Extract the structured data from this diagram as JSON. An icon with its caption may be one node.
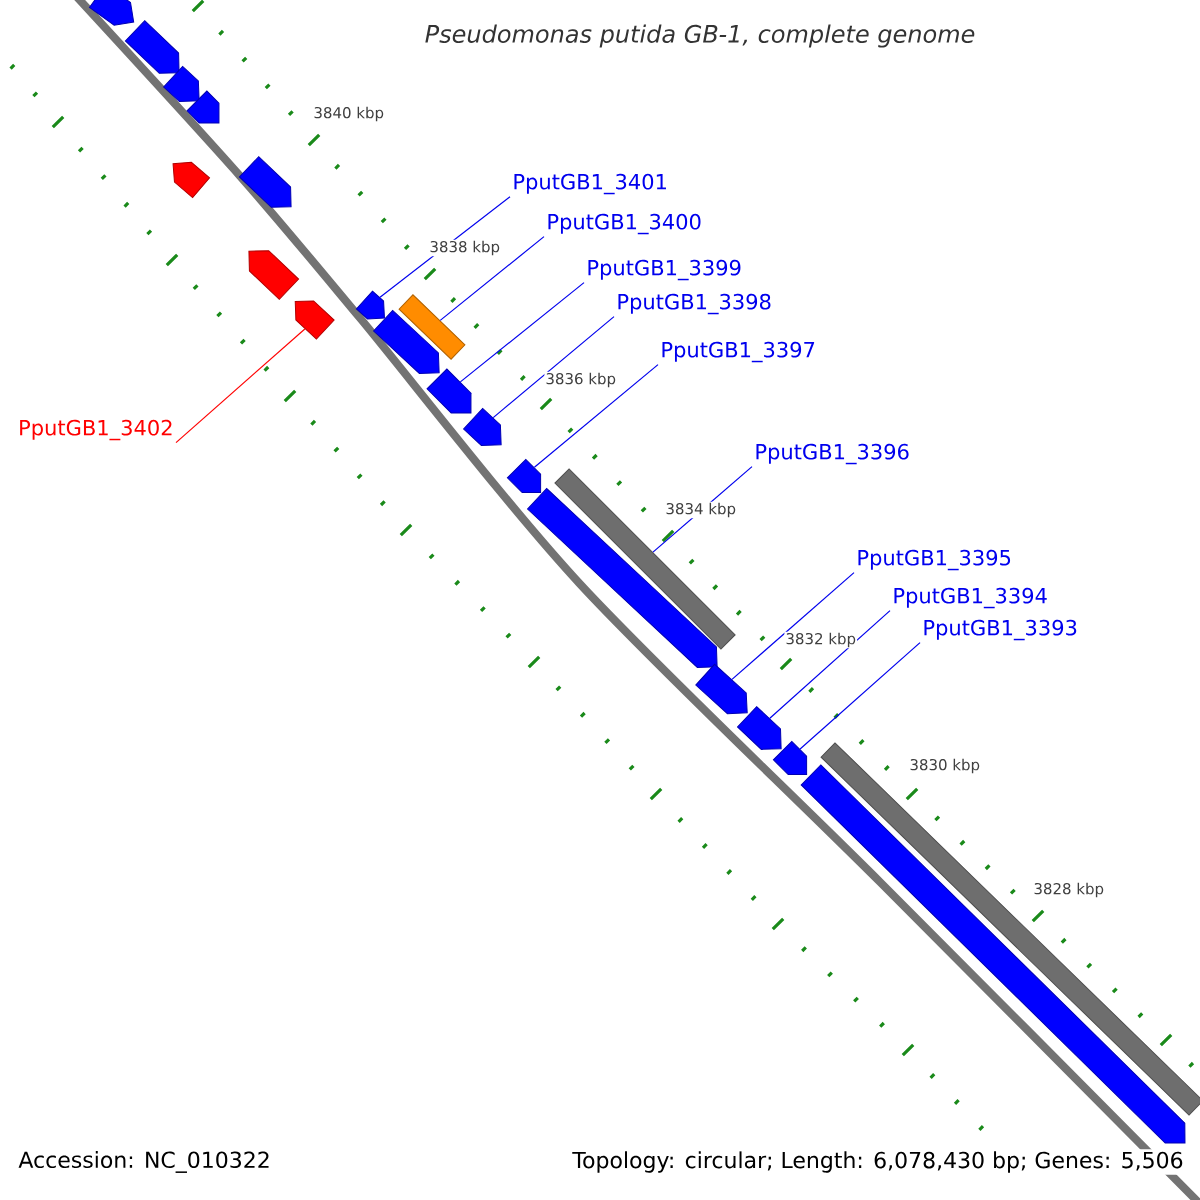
{
  "diagram": {
    "title": "Pseudomonas putida GB-1, complete genome",
    "nodes": [
      {
        "text": [
          "PputGB1_3401"
        ]
      },
      {
        "text": [
          "PputGB1_3400"
        ]
      },
      {
        "text": [
          "PputGB1_3399"
        ]
      },
      {
        "text": [
          "PputGB1_3398"
        ]
      },
      {
        "text": [
          "PputGB1_3397"
        ]
      },
      {
        "text": [
          "PputGB1_3402"
        ]
      },
      {
        "text": [
          "PputGB1_3396"
        ]
      },
      {
        "text": [
          "PputGB1_3395"
        ]
      },
      {
        "text": [
          "PputGB1_3394"
        ]
      },
      {
        "text": [
          "PputGB1_3393"
        ]
      },
      {
        "text": [],
        "shape": "box"
      },
      {
        "text": [],
        "shape": "box"
      },
      {
        "text": [],
        "shape": "box"
      },
      {
        "text": [],
        "shape": "box"
      },
      {
        "text": [],
        "shape": "box"
      },
      {
        "text": [],
        "shape": "box"
      },
      {
        "text": [],
        "shape": "box"
      },
      {
        "text": [],
        "shape": "box"
      },
      {
        "text": [],
        "shape": "box"
      },
      {
        "text": [],
        "shape": "box"
      },
      {
        "text": [],
        "shape": "bar"
      },
      {
        "text": [],
        "shape": "box"
      },
      {
        "text": [],
        "shape": "box"
      },
      {
        "text": [],
        "shape": "box"
      },
      {
        "text": [],
        "shape": "bar"
      },
      {
        "text": [],
        "shape": "box"
      },
      {
        "text": [],
        "shape": "box"
      },
      {
        "text": [],
        "shape": "box"
      },
      {
        "text": [],
        "shape": "box"
      },
      {
        "text": [],
        "shape": "bar"
      },
      {
        "text": [],
        "shape": "box"
      }
    ],
    "edges": [
      {
        "from": 0,
        "to": 18,
        "arrow": "none"
      },
      {
        "from": 1,
        "to": 20,
        "arrow": "none"
      },
      {
        "from": 2,
        "to": 21,
        "arrow": "none"
      },
      {
        "from": 3,
        "to": 22,
        "arrow": "none"
      },
      {
        "from": 4,
        "to": 23,
        "arrow": "none"
      },
      {
        "from": 5,
        "to": 17,
        "arrow": "none",
        "color": "#ff0000"
      },
      {
        "from": 6,
        "to": 24,
        "arrow": "none"
      },
      {
        "from": 7,
        "to": 26,
        "arrow": "none"
      },
      {
        "from": 8,
        "to": 27,
        "arrow": "none"
      },
      {
        "from": 9,
        "to": 28,
        "arrow": "none"
      }
    ],
    "labels": [
      "3840 kbp",
      "3838 kbp",
      "3836 kbp",
      "3834 kbp",
      "3832 kbp",
      "3830 kbp",
      "3828 kbp",
      "Accession: NC_010322",
      "Topology: circular; Length: 6,078,430 bp; Genes: 5,506"
    ]
  }
}
